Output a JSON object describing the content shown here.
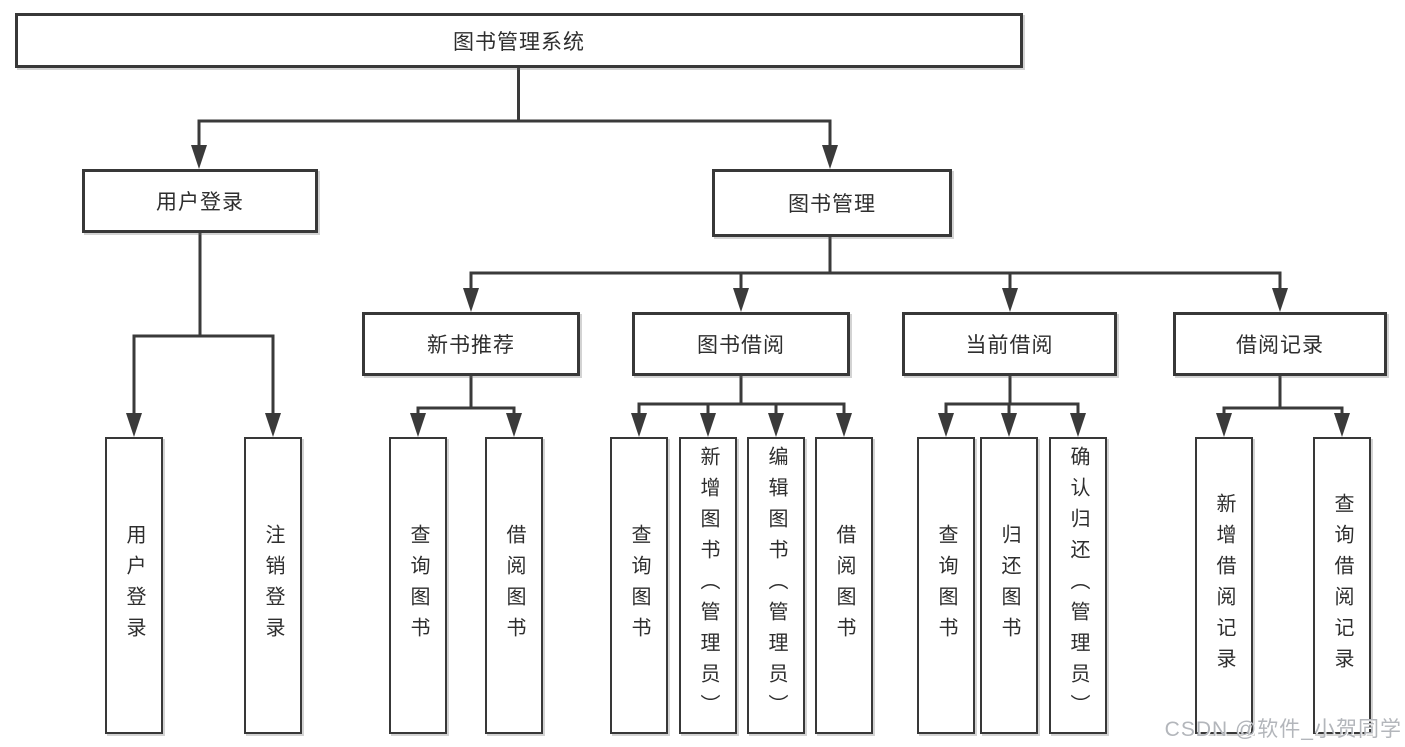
{
  "diagram": {
    "root": {
      "label": "图书管理系统"
    },
    "level2": {
      "user_login": {
        "label": "用户登录"
      },
      "book_mgmt": {
        "label": "图书管理"
      }
    },
    "level3": {
      "new_books": {
        "label": "新书推荐"
      },
      "book_borrow": {
        "label": "图书借阅"
      },
      "current_borrow": {
        "label": "当前借阅"
      },
      "borrow_records": {
        "label": "借阅记录"
      }
    },
    "leaves": {
      "user_login": [
        "用户登录",
        "注销登录"
      ],
      "new_books": [
        "查询图书",
        "借阅图书"
      ],
      "book_borrow": [
        "查询图书",
        "新增图书（管理员）",
        "编辑图书（管理员）",
        "借阅图书"
      ],
      "current_borrow": [
        "查询图书",
        "归还图书",
        "确认归还（管理员）"
      ],
      "borrow_records": [
        "新增借阅记录",
        "查询借阅记录"
      ]
    }
  },
  "watermark": {
    "text": "CSDN @软件_小贺同学"
  },
  "style": {
    "line_color": "#3a3a3a",
    "text_color": "#2e2e2e",
    "background": "#ffffff"
  }
}
